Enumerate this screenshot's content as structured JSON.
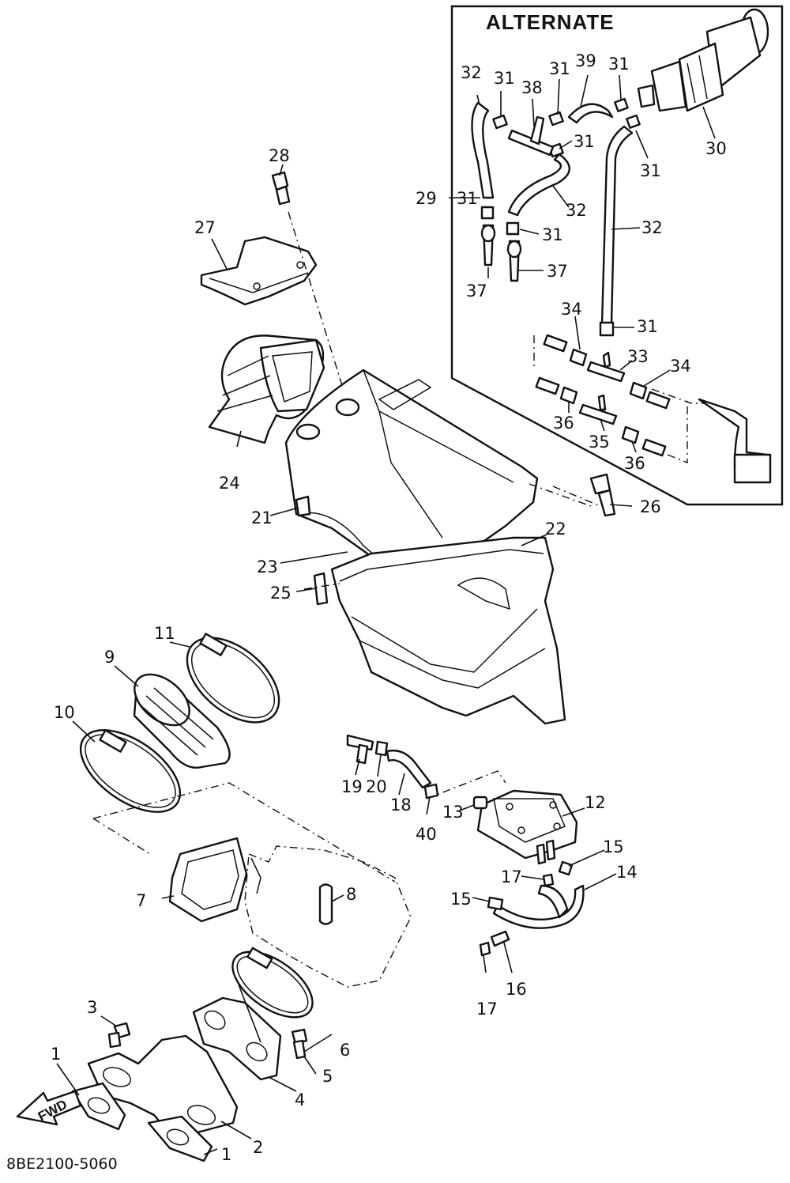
{
  "title": "ALTERNATE",
  "diagram_code": "8BE2100-5060",
  "fwd_label": "FWD",
  "callouts": [
    {
      "id": "c1a",
      "text": "1"
    },
    {
      "id": "c1b",
      "text": "1"
    },
    {
      "id": "c2",
      "text": "2"
    },
    {
      "id": "c3",
      "text": "3"
    },
    {
      "id": "c4",
      "text": "4"
    },
    {
      "id": "c5",
      "text": "5"
    },
    {
      "id": "c6",
      "text": "6"
    },
    {
      "id": "c7",
      "text": "7"
    },
    {
      "id": "c8",
      "text": "8"
    },
    {
      "id": "c9",
      "text": "9"
    },
    {
      "id": "c10",
      "text": "10"
    },
    {
      "id": "c11",
      "text": "11"
    },
    {
      "id": "c12",
      "text": "12"
    },
    {
      "id": "c13",
      "text": "13"
    },
    {
      "id": "c14",
      "text": "14"
    },
    {
      "id": "c15a",
      "text": "15"
    },
    {
      "id": "c15b",
      "text": "15"
    },
    {
      "id": "c16",
      "text": "16"
    },
    {
      "id": "c17a",
      "text": "17"
    },
    {
      "id": "c17b",
      "text": "17"
    },
    {
      "id": "c18",
      "text": "18"
    },
    {
      "id": "c19",
      "text": "19"
    },
    {
      "id": "c20",
      "text": "20"
    },
    {
      "id": "c21",
      "text": "21"
    },
    {
      "id": "c22",
      "text": "22"
    },
    {
      "id": "c23",
      "text": "23"
    },
    {
      "id": "c24",
      "text": "24"
    },
    {
      "id": "c25",
      "text": "25"
    },
    {
      "id": "c26",
      "text": "26"
    },
    {
      "id": "c27",
      "text": "27"
    },
    {
      "id": "c28",
      "text": "28"
    },
    {
      "id": "c29",
      "text": "29"
    },
    {
      "id": "c30",
      "text": "30"
    },
    {
      "id": "c31a",
      "text": "31"
    },
    {
      "id": "c31b",
      "text": "31"
    },
    {
      "id": "c31c",
      "text": "31"
    },
    {
      "id": "c31d",
      "text": "31"
    },
    {
      "id": "c31e",
      "text": "31"
    },
    {
      "id": "c31f",
      "text": "31"
    },
    {
      "id": "c31g",
      "text": "31"
    },
    {
      "id": "c31h",
      "text": "31"
    },
    {
      "id": "c31i",
      "text": "31"
    },
    {
      "id": "c32a",
      "text": "32"
    },
    {
      "id": "c32b",
      "text": "32"
    },
    {
      "id": "c32c",
      "text": "32"
    },
    {
      "id": "c33",
      "text": "33"
    },
    {
      "id": "c34a",
      "text": "34"
    },
    {
      "id": "c34b",
      "text": "34"
    },
    {
      "id": "c35",
      "text": "35"
    },
    {
      "id": "c36a",
      "text": "36"
    },
    {
      "id": "c36b",
      "text": "36"
    },
    {
      "id": "c37a",
      "text": "37"
    },
    {
      "id": "c37b",
      "text": "37"
    },
    {
      "id": "c38",
      "text": "38"
    },
    {
      "id": "c39",
      "text": "39"
    },
    {
      "id": "c40",
      "text": "40"
    }
  ]
}
